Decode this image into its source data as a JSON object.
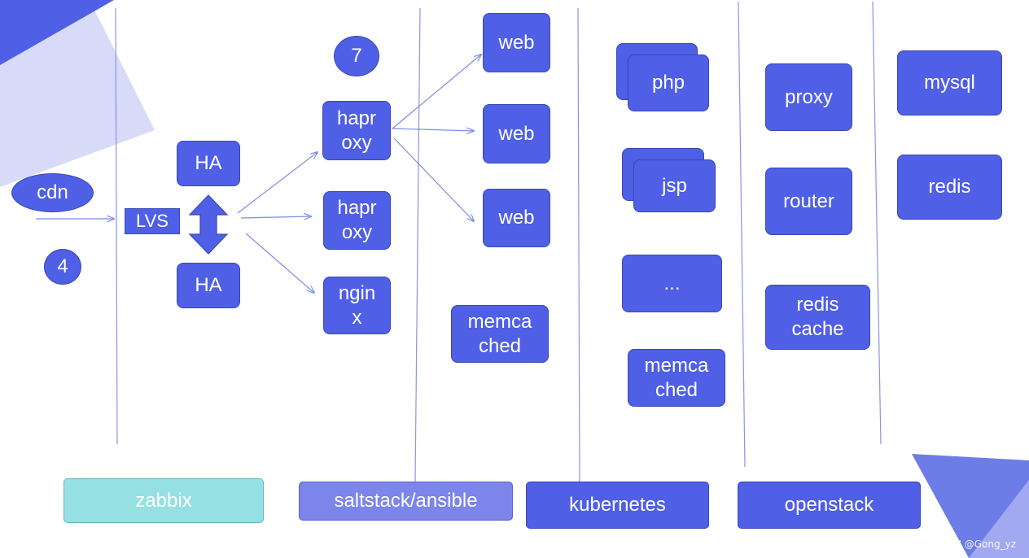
{
  "colors": {
    "node_fill": "#4f5fe6",
    "node_border": "#3a47b6",
    "connector": "#7f8be8",
    "zabbix": "#95e0e2",
    "saltstack": "#7b85ea",
    "kubernetes": "#4f5fe6",
    "openstack": "#4f5fe6"
  },
  "nodes": {
    "cdn": "cdn",
    "num4": "4",
    "lvs": "LVS",
    "ha_top": "HA",
    "ha_bottom": "HA",
    "num7": "7",
    "haproxy1": "hapr\noxy",
    "haproxy2": "hapr\noxy",
    "nginx": "ngin\nx",
    "web1": "web",
    "web2": "web",
    "web3": "web",
    "memcached1": "memca\nched",
    "php": "php",
    "jsp": "jsp",
    "ellipsis": "...",
    "memcached2": "memca\nched",
    "proxy": "proxy",
    "router": "router",
    "redis_cache": "redis\ncache",
    "mysql": "mysql",
    "redis": "redis"
  },
  "bottom": {
    "zabbix": "zabbix",
    "saltstack": "saltstack/ansible",
    "kubernetes": "kubernetes",
    "openstack": "openstack"
  },
  "watermark": "CSDN @Gong_yz"
}
